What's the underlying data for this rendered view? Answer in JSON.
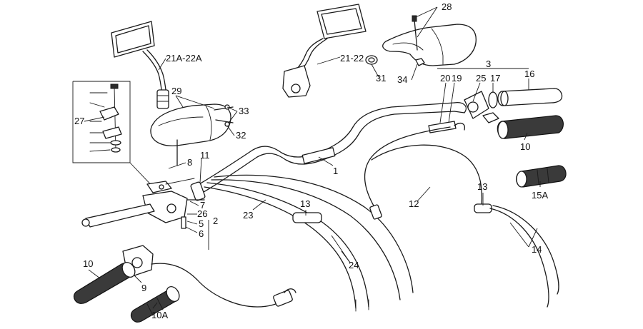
{
  "diagram": {
    "labels": [
      {
        "id": "l-28",
        "text": "28"
      },
      {
        "id": "l-21a22a",
        "text": "21A-22A"
      },
      {
        "id": "l-2122",
        "text": "21-22"
      },
      {
        "id": "l-3",
        "text": "3"
      },
      {
        "id": "l-31",
        "text": "31"
      },
      {
        "id": "l-34",
        "text": "34"
      },
      {
        "id": "l-20",
        "text": "20"
      },
      {
        "id": "l-19",
        "text": "19"
      },
      {
        "id": "l-25",
        "text": "25"
      },
      {
        "id": "l-17",
        "text": "17"
      },
      {
        "id": "l-16",
        "text": "16"
      },
      {
        "id": "l-29",
        "text": "29"
      },
      {
        "id": "l-33",
        "text": "33"
      },
      {
        "id": "l-27",
        "text": "27"
      },
      {
        "id": "l-32",
        "text": "32"
      },
      {
        "id": "l-10a",
        "text": "10"
      },
      {
        "id": "l-1",
        "text": "1"
      },
      {
        "id": "l-8",
        "text": "8"
      },
      {
        "id": "l-11",
        "text": "11"
      },
      {
        "id": "l-13a",
        "text": "13"
      },
      {
        "id": "l-12",
        "text": "12"
      },
      {
        "id": "l-15a",
        "text": "15A"
      },
      {
        "id": "l-7",
        "text": "7"
      },
      {
        "id": "l-23",
        "text": "23"
      },
      {
        "id": "l-13b",
        "text": "13"
      },
      {
        "id": "l-26",
        "text": "26"
      },
      {
        "id": "l-2",
        "text": "2"
      },
      {
        "id": "l-5",
        "text": "5"
      },
      {
        "id": "l-6",
        "text": "6"
      },
      {
        "id": "l-14",
        "text": "14"
      },
      {
        "id": "l-24",
        "text": "24"
      },
      {
        "id": "l-10b",
        "text": "10"
      },
      {
        "id": "l-9",
        "text": "9"
      },
      {
        "id": "l-10A",
        "text": "10A"
      }
    ]
  }
}
